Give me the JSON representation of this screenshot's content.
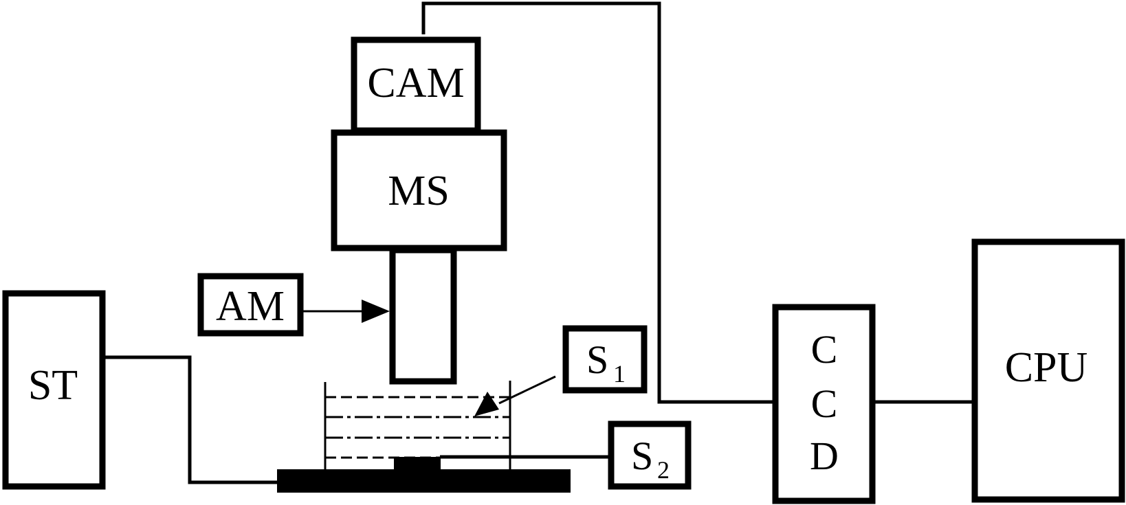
{
  "colors": {
    "stroke": "#000000",
    "background": "#ffffff"
  },
  "blocks": {
    "cam": "CAM",
    "ms": "MS",
    "am": "AM",
    "st": "ST",
    "s1": {
      "letter": "S",
      "sub": "1"
    },
    "s2": {
      "letter": "S",
      "sub": "2"
    },
    "ccd": [
      "C",
      "C",
      "D"
    ],
    "cpu": "CPU"
  }
}
